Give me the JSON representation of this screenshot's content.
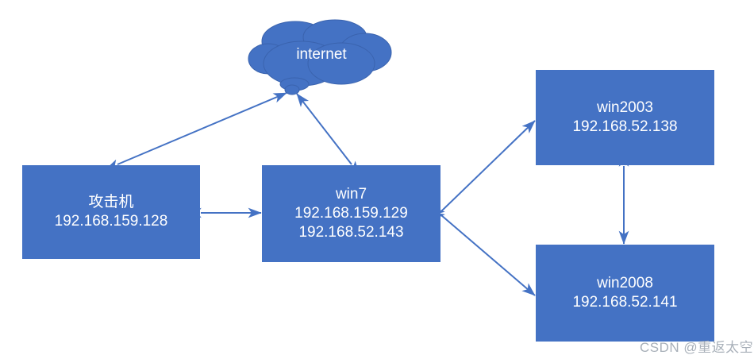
{
  "diagram": {
    "title": "network-topology",
    "background_color": "#ffffff",
    "node_fill_color": "#4472c4",
    "node_text_color": "#ffffff",
    "connector_color": "#4472c4",
    "cloud": {
      "label": "internet"
    },
    "nodes": [
      {
        "id": "attacker",
        "lines": [
          "攻击机",
          "192.168.159.128"
        ],
        "name": "攻击机",
        "ip": "192.168.159.128"
      },
      {
        "id": "win7",
        "lines": [
          "win7",
          "192.168.159.129",
          "192.168.52.143"
        ],
        "name": "win7",
        "ip_external": "192.168.159.129",
        "ip_internal": "192.168.52.143"
      },
      {
        "id": "win2003",
        "lines": [
          "win2003",
          "192.168.52.138"
        ],
        "name": "win2003",
        "ip": "192.168.52.138"
      },
      {
        "id": "win2008",
        "lines": [
          "win2008",
          "192.168.52.141"
        ],
        "name": "win2008",
        "ip": "192.168.52.141"
      }
    ],
    "connections": [
      {
        "from": "attacker",
        "to": "internet",
        "style": "double-arrow"
      },
      {
        "from": "win7",
        "to": "internet",
        "style": "double-arrow"
      },
      {
        "from": "attacker",
        "to": "win7",
        "style": "double-arrow"
      },
      {
        "from": "win7",
        "to": "win2003",
        "style": "double-arrow"
      },
      {
        "from": "win7",
        "to": "win2008",
        "style": "double-arrow"
      },
      {
        "from": "win2003",
        "to": "win2008",
        "style": "double-arrow"
      }
    ]
  },
  "watermark": {
    "text": "CSDN @重返太空"
  }
}
